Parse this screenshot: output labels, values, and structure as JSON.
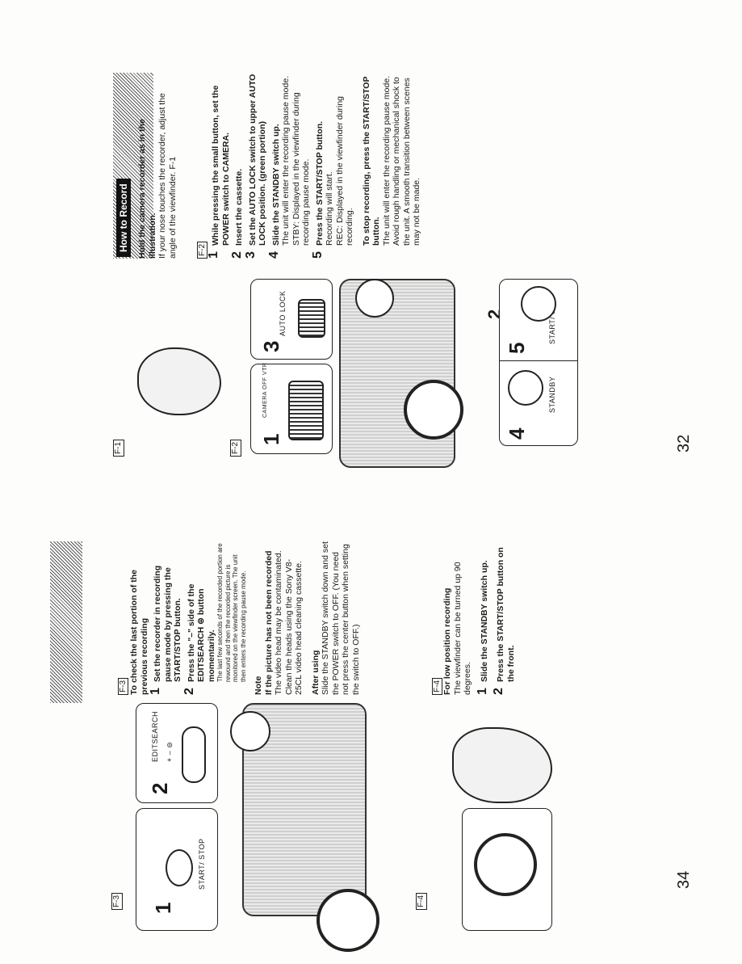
{
  "page_left": {
    "page_number": "34",
    "figures": {
      "f3_label": "F-3",
      "f4_label": "F-4",
      "f3_box1_num": "1",
      "f3_box1_text": "START/ STOP",
      "f3_box2_num": "2",
      "f3_box2_text": "EDITSEARCH",
      "f3_box2_signs": "+    – ⊜"
    },
    "text": {
      "f3_ref": "F-3",
      "check_heading": "To check the last portion of the previous recording",
      "step1": "Set the recorder in recording pause mode by pressing the START/STOP button.",
      "step2": "Press the \"–\" side of the EDITSEARCH ⊜ button momentarily.",
      "step2_note": "The last few seconds of the recorded portion are rewound and then the recorded picture is monitored on the viewfinder screen. The unit then enters the recording pause mode.",
      "note_label": "Note",
      "note_heading": "If the picture has not been recorded",
      "note_body": "The video head may be contaminated. Clean the heads using the Sony V8-25CL video head cleaning cassette.",
      "after_heading": "After using",
      "after_body": "Slide the STANDBY switch down and set the POWER switch to OFF. (You need not press the center button when setting the switch to OFF.)",
      "f4_ref": "F-4",
      "low_heading": "For low position recording",
      "low_body": "The viewfinder can be turned up 90 degrees.",
      "low_step1": "Slide the STANDBY switch up.",
      "low_step2": "Press the START/STOP button on the front."
    }
  },
  "page_right": {
    "page_number": "32",
    "figures": {
      "f1_label": "F-1",
      "f2_label": "F-2",
      "box1_num": "1",
      "box1_text": "CAMERA OFF VTR",
      "box3_num": "3",
      "box3_text": "AUTO LOCK",
      "box4_num": "4",
      "box4_text": "STANDBY",
      "box5_num": "5",
      "box5_text": "START/ STOP",
      "callout2": "2"
    },
    "text": {
      "header": "How to Record",
      "hold_heading": "Hold the camera recorder as in the illustration.",
      "hold_body": "If your nose touches the recorder, adjust the angle of the viewfinder. F-1",
      "f2_ref": "F-2",
      "step1": "While pressing the small button, set the POWER switch to CAMERA.",
      "step2": "Insert the cassette.",
      "step3": "Set the AUTO LOCK switch to upper AUTO LOCK position. (green portion)",
      "step4": "Slide the STANDBY switch up.",
      "step4_body": "The unit will enter the recording pause mode.",
      "step4_stby": "STBY: Displayed in the viewfinder during recording pause mode.",
      "step5": "Press the START/STOP button.",
      "step5_body": "Recording will start.",
      "step5_rec": "REC: Displayed in the viewfinder during recording.",
      "stop_heading": "To stop recording, press the START/STOP button.",
      "stop_body": "The unit will enter the recording pause mode.",
      "stop_warn": "Avoid rough handling or mechanical shock to the unit. A smooth transition between scenes may not be made."
    }
  }
}
